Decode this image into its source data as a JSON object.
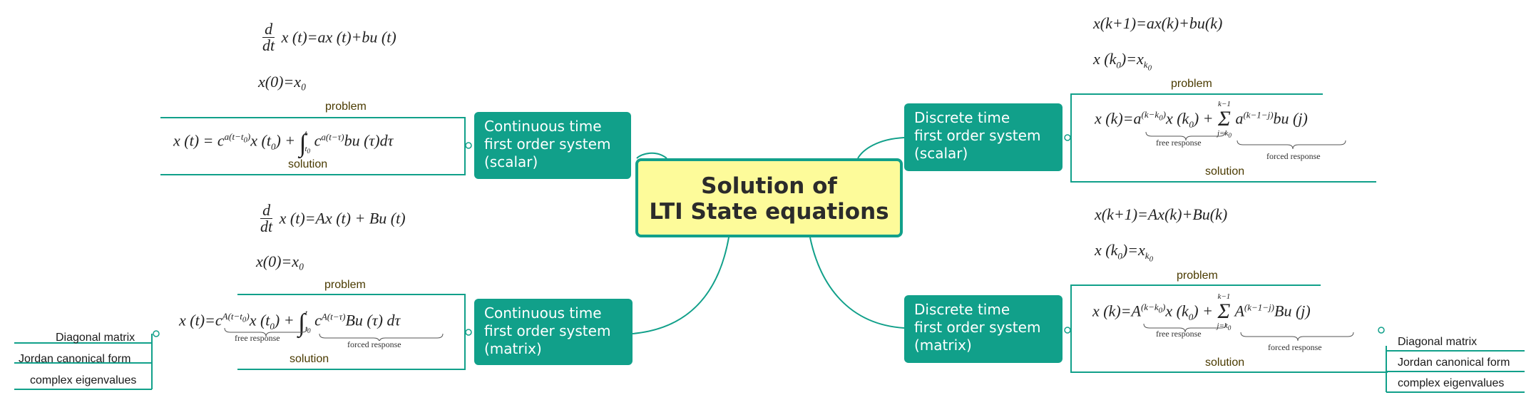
{
  "center": {
    "line1": "Solution of",
    "line2": "LTI State equations"
  },
  "branches": {
    "cont_scalar": {
      "title": [
        "Continuous time",
        "first order system",
        "(scalar)"
      ],
      "problem_label": "problem",
      "solution_label": "solution",
      "eq1": "d/dt x(t)=ax(t)+bu(t)",
      "eq2": "x(0)=x₀",
      "solution_eq": "x(t) = c^{a(t−t₀)} x(t₀) + ∫_{t₀}^{t} c^{a(t−τ)} bu(τ)dτ"
    },
    "cont_matrix": {
      "title": [
        "Continuous time",
        "first order system",
        "(matrix)"
      ],
      "problem_label": "problem",
      "solution_label": "solution",
      "eq1": "d/dt x(t)=Ax(t) + Bu(t)",
      "eq2": "x(0)=x₀",
      "solution_eq": "x(t)=c^{A(t−t₀)} x(t₀) + ∫_{t₀}^{t} c^{A(t−τ)} Bu(τ) dτ",
      "free_label": "free response",
      "forced_label": "forced response",
      "subtopics": [
        "Diagonal matrix",
        "Jordan canonical form",
        "complex eigenvalues"
      ]
    },
    "disc_scalar": {
      "title": [
        "Discrete time",
        "first order system",
        "(scalar)"
      ],
      "problem_label": "problem",
      "solution_label": "solution",
      "eq1": "x(k+1)=ax(k)+bu(k)",
      "eq2": "x(k₀)=x_{k₀}",
      "solution_eq": "x(k)=a^{(k−k₀)} x(k₀) + Σ_{j=k₀}^{k−1} a^{(k−1−j)} bu(j)",
      "free_label": "free response",
      "forced_label": "forced response"
    },
    "disc_matrix": {
      "title": [
        "Discrete time",
        "first order system",
        "(matrix)"
      ],
      "problem_label": "problem",
      "solution_label": "solution",
      "eq1": "x(k+1)=Ax(k)+Bu(k)",
      "eq2": "x(k₀)=x_{k₀}",
      "solution_eq": "x(k)=A^{(k−k₀)} x(k₀) + Σ_{j=k₀}^{k−1} A^{(k−1−j)} Bu(j)",
      "free_label": "free response",
      "forced_label": "forced response",
      "subtopics": [
        "Diagonal matrix",
        "Jordan canonical form",
        "complex eigenvalues"
      ]
    }
  },
  "colors": {
    "node": "#11a08a",
    "center_fill": "#fdfb9a",
    "line": "#11a08a"
  }
}
